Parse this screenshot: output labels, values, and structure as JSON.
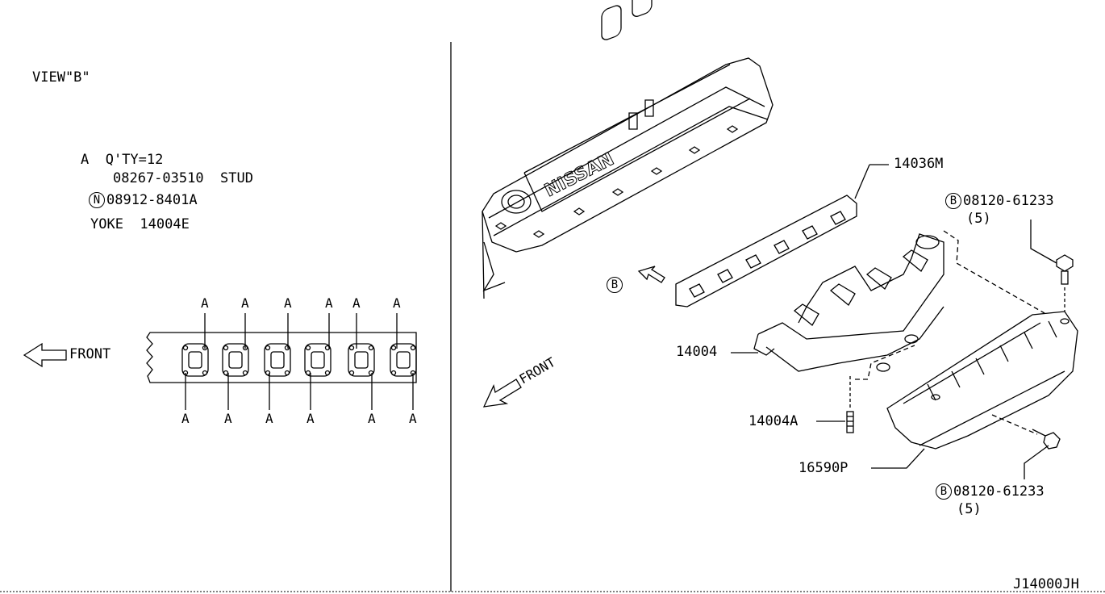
{
  "view_title": "VIEW\"B\"",
  "legend": {
    "line1": "A  Q'TY=12",
    "line2": "08267-03510  STUD",
    "line3_symbol": "N",
    "line3": "08912-8401A",
    "line4": "YOKE  14004E"
  },
  "view_b": {
    "front_label": "FRONT",
    "marker": "A"
  },
  "main": {
    "front_label": "FRONT",
    "brand_text": "NISSAN",
    "view_ref": "B",
    "parts": {
      "gasket": "14036M",
      "manifold": "14004",
      "stud": "14004A",
      "heat_shield": "16590P",
      "bolt_top_symbol": "B",
      "bolt_top": "08120-61233",
      "bolt_top_qty": "(5)",
      "bolt_bottom_symbol": "B",
      "bolt_bottom": "08120-61233",
      "bolt_bottom_qty": "(5)"
    }
  },
  "diagram_code": "J14000JH",
  "colors": {
    "ink": "#000000",
    "background": "#ffffff"
  }
}
